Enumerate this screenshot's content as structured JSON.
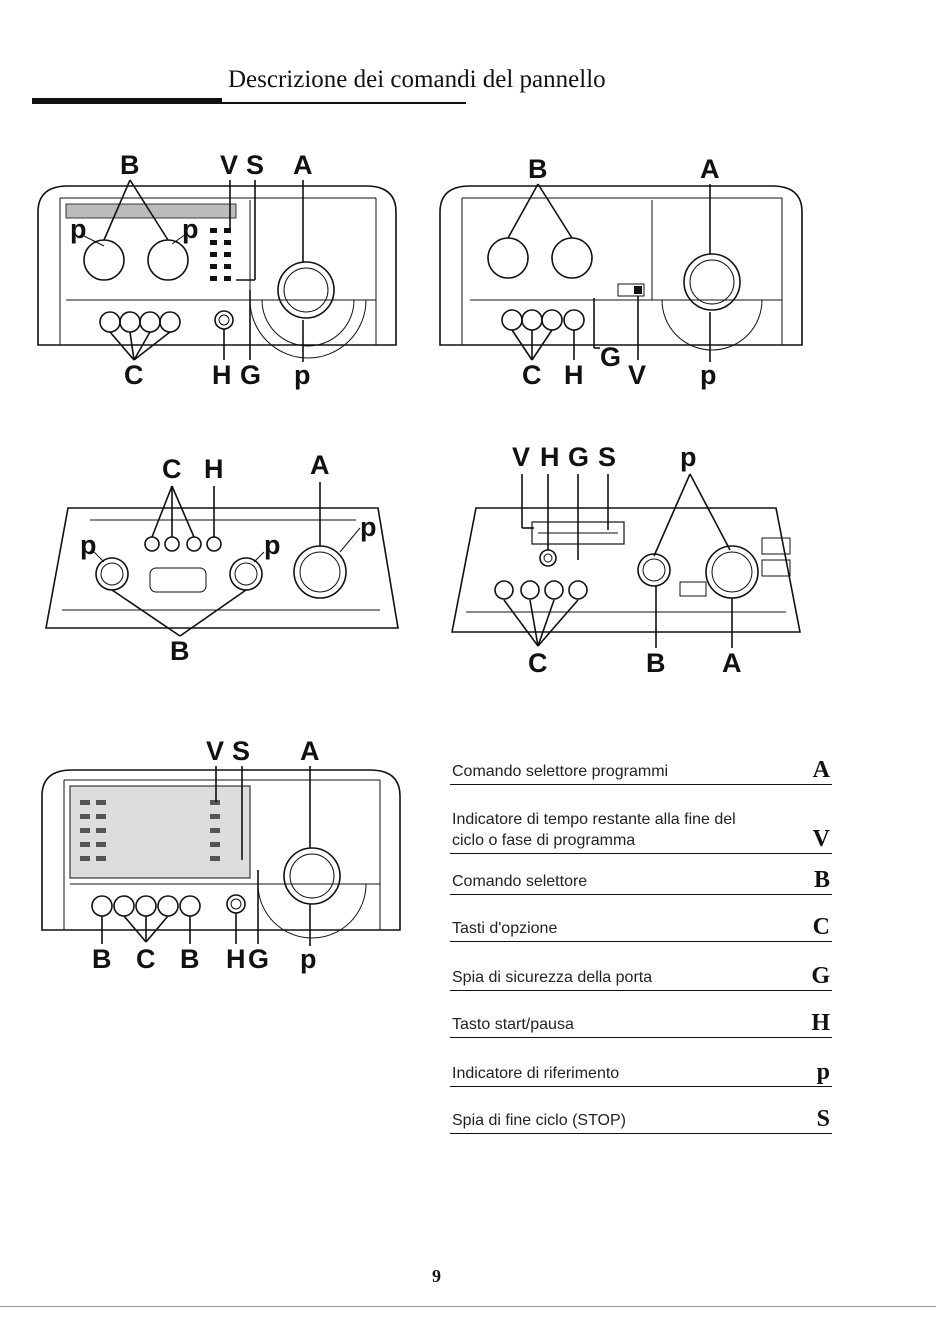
{
  "title": "Descrizione dei comandi del pannello",
  "diagram_letters": {
    "A": "A",
    "B": "B",
    "C": "C",
    "G": "G",
    "H": "H",
    "p": "p",
    "S": "S",
    "V": "V"
  },
  "legend": [
    {
      "label": "Comando selettore programmi",
      "key": "A"
    },
    {
      "label": "Indicatore di tempo restante alla fine del ciclo o fase di programma",
      "key": "V"
    },
    {
      "label": "Comando selettore",
      "key": "B"
    },
    {
      "label": "Tasti d'opzione",
      "key": "C"
    },
    {
      "label": "Spia di sicurezza della porta",
      "key": "G"
    },
    {
      "label": "Tasto start/pausa",
      "key": "H"
    },
    {
      "label": "Indicatore di riferimento",
      "key": "p"
    },
    {
      "label": "Spia di fine ciclo (STOP)",
      "key": "S"
    }
  ],
  "page_number": "9"
}
